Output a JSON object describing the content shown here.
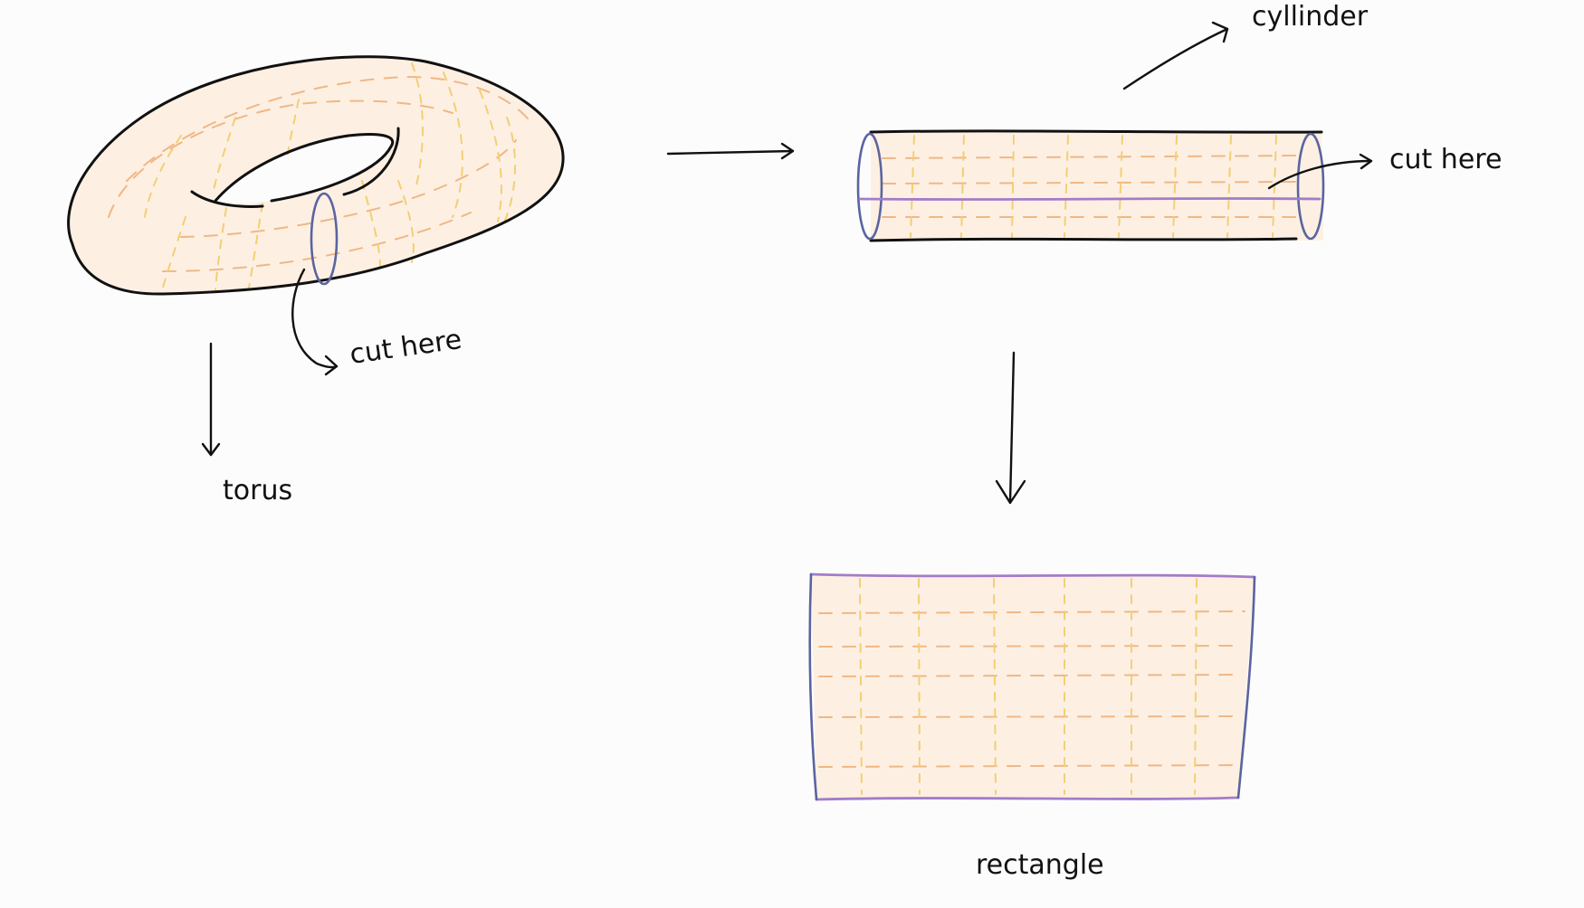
{
  "labels": {
    "torus": "torus",
    "cut_here_torus": "cut here",
    "cylinder": "cyllinder",
    "cut_here_cylinder": "cut here",
    "rectangle": "rectangle"
  },
  "colors": {
    "surface_fill": "#fdf0e3",
    "outline": "#111111",
    "cut_circle": "#5a64a0",
    "cut_line": "#a27cc9",
    "grid_yellow": "#f3cf73",
    "grid_orange": "#f1b784"
  }
}
